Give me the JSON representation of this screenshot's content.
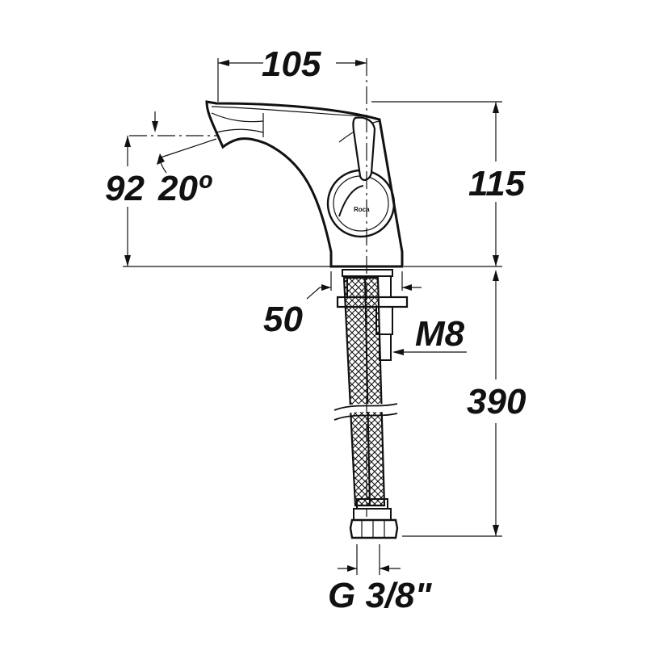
{
  "drawing": {
    "brand": "Roca",
    "dimensions": {
      "width_top": "105",
      "height_body": "115",
      "spout_height": "92",
      "spout_angle": "20º",
      "base_width": "50",
      "thread": "M8",
      "hose_length": "390",
      "connection": "G 3/8\""
    }
  }
}
